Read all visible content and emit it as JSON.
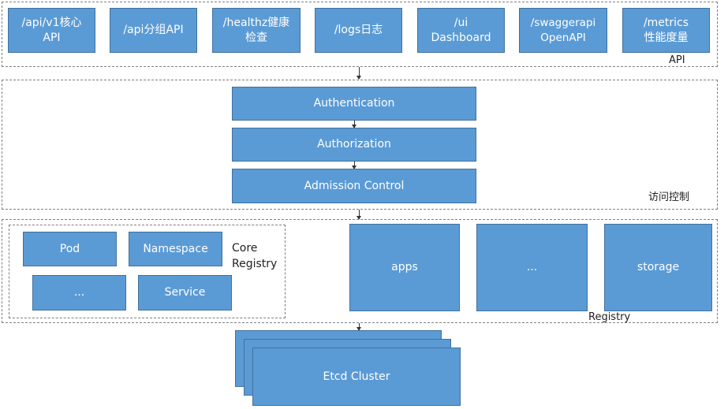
{
  "api_layer": {
    "label": "API",
    "endpoints": [
      {
        "text": "/api/v1核心\nAPI"
      },
      {
        "text": "/api分组API"
      },
      {
        "text": "/healthz健康\n检查"
      },
      {
        "text": "/logs日志"
      },
      {
        "text": "/ui\nDashboard"
      },
      {
        "text": "/swaggerapi\nOpenAPI"
      },
      {
        "text": "/metrics\n性能度量"
      }
    ]
  },
  "access_control": {
    "label": "访问控制",
    "steps": [
      "Authentication",
      "Authorization",
      "Admission Control"
    ]
  },
  "registry": {
    "label": "Registry",
    "core_label": "Core\nRegistry",
    "core_items": [
      "Pod",
      "Namespace",
      "...",
      "Service"
    ],
    "groups": [
      "apps",
      "...",
      "storage"
    ]
  },
  "storage": {
    "cluster_label": "Etcd Cluster"
  },
  "colors": {
    "box_fill": "#5b9bd5",
    "box_border": "#41719c",
    "dashed_border": "#7f7f7f"
  }
}
